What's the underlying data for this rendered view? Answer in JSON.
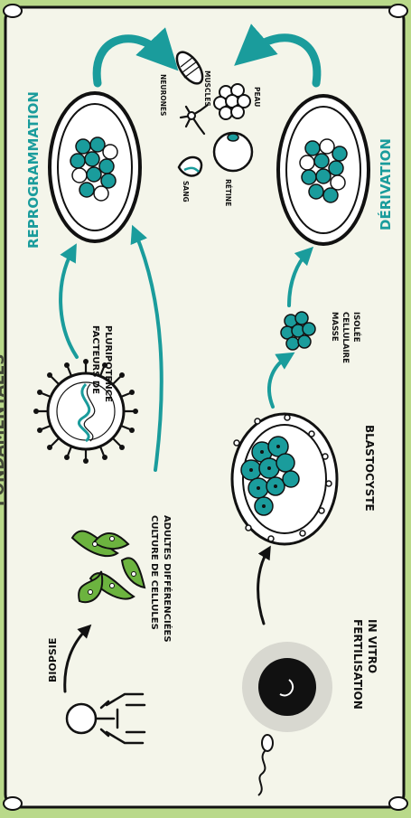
{
  "colors": {
    "background": "#b9d98a",
    "panel": "#f4f5ea",
    "ink": "#111111",
    "accent": "#1a9c9c",
    "cell_green": "#6cb33f"
  },
  "header_partial": "FONDAMENTALES",
  "labels": {
    "reprogrammation": "REPROGRAMMATION",
    "derivation": "DÉRIVATION",
    "neurones": "NEURONES",
    "muscles": "MUSCLES",
    "peau": "PEAU",
    "sang": "SANG",
    "retine": "RÉTINE",
    "facteurs_line1": "FACTEURS DE",
    "facteurs_line2": "PLURIPOTENCE",
    "masse_line1": "MASSE",
    "masse_line2": "CELLULAIRE",
    "masse_line3": "ISOLÉE",
    "culture_line1": "CULTURE DE CELLULES",
    "culture_line2": "ADULTES DIFFÉRENCIÉES",
    "blastocyste": "BLASTOCYSTE",
    "biopsie": "BIOPSIE",
    "fertilisation_line1": "FERTILISATION",
    "fertilisation_line2": "IN VITRO"
  }
}
